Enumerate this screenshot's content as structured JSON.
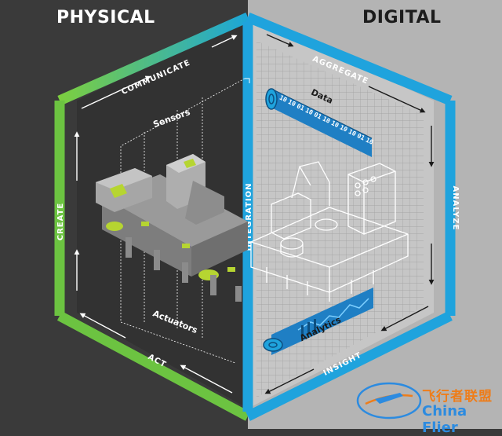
{
  "headers": {
    "physical": "PHYSICAL",
    "digital": "DIGITAL"
  },
  "cycle": {
    "communicate": "COMMUNICATE",
    "aggregate": "AGGREGATE",
    "analyze": "ANALYZE",
    "insight": "INSIGHT",
    "act": "ACT",
    "create": "CREATE",
    "integration": "INTEGRATION"
  },
  "labels": {
    "sensors": "Sensors",
    "actuators": "Actuators",
    "data": "Data",
    "analytics": "Analytics"
  },
  "data_bar_glyphs": [
    "10",
    "10",
    "01",
    "10",
    "01",
    "10",
    "10",
    "10",
    "10",
    "01",
    "10"
  ],
  "colors": {
    "physical_bg": "#3a3a3a",
    "digital_bg": "#b4b4b4",
    "green": "#6cc341",
    "blue": "#1fa3dd",
    "sensor_green": "#b6d531"
  },
  "watermark": {
    "cn": "飞行者联盟",
    "en": "China Flier"
  }
}
